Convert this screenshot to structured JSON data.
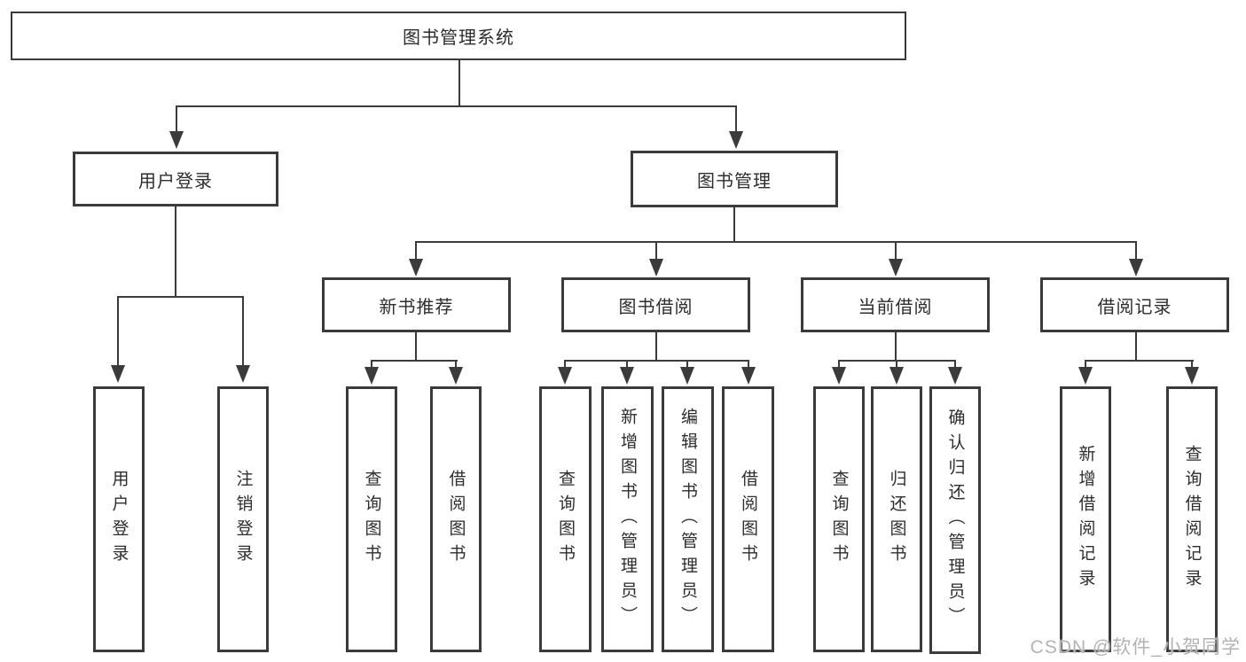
{
  "diagram": {
    "root": {
      "label": "图书管理系统"
    },
    "branches": [
      {
        "label": "用户登录",
        "children": [
          {
            "label": "用户登录"
          },
          {
            "label": "注销登录"
          }
        ]
      },
      {
        "label": "图书管理",
        "children": [
          {
            "label": "新书推荐",
            "children": [
              {
                "label": "查询图书"
              },
              {
                "label": "借阅图书"
              }
            ]
          },
          {
            "label": "图书借阅",
            "children": [
              {
                "label": "查询图书"
              },
              {
                "label": "新增图书（管理员）"
              },
              {
                "label": "编辑图书（管理员）"
              },
              {
                "label": "借阅图书"
              }
            ]
          },
          {
            "label": "当前借阅",
            "children": [
              {
                "label": "查询图书"
              },
              {
                "label": "归还图书"
              },
              {
                "label": "确认归还（管理员）"
              }
            ]
          },
          {
            "label": "借阅记录",
            "children": [
              {
                "label": "新增借阅记录"
              },
              {
                "label": "查询借阅记录"
              }
            ]
          }
        ]
      }
    ]
  },
  "watermark": {
    "text": "CSDN @软件_小贺同学"
  },
  "colors": {
    "line": "#3b3b3b",
    "text": "#2d2d2d",
    "watermark": "#b3b3b3",
    "background": "#ffffff"
  }
}
